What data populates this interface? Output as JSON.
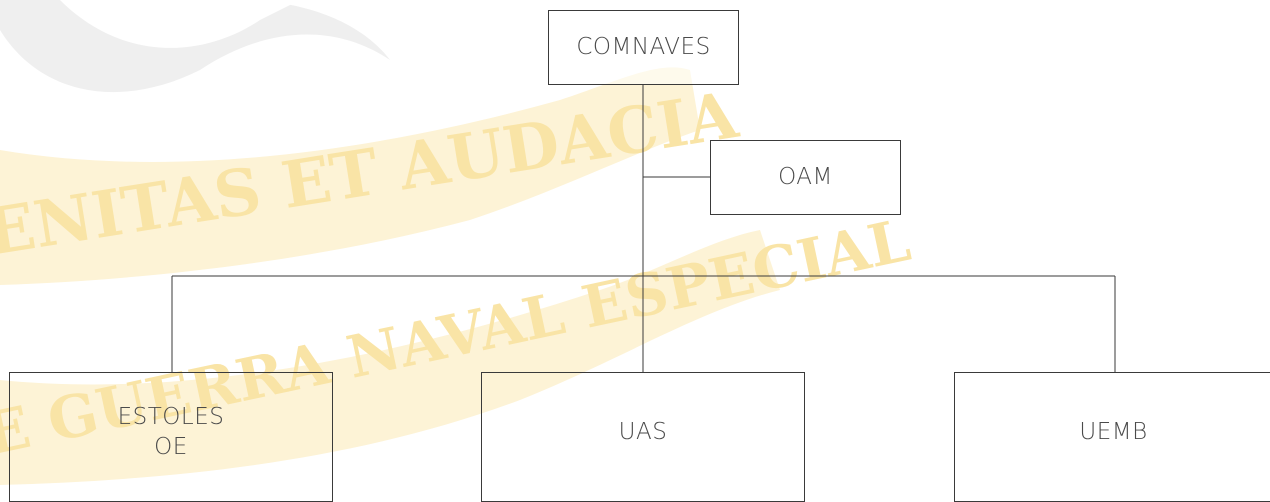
{
  "nodes": {
    "comnaves": "COMNAVES",
    "oam": "OAM",
    "estoles": "ESTOLES\nOE",
    "uas": "UAS",
    "uemb": "UEMB"
  },
  "watermark": {
    "motto_top": "ENITAS ET AUDACIA",
    "motto_bottom": "E GUERRA NAVAL ESPECIAL",
    "ribbon_color": "#fdf3d6",
    "text_color": "#f9e4a6",
    "seal_color": "#eeeeee"
  },
  "colors": {
    "box_border": "#3a3a3a",
    "line": "#3a3a3a",
    "text": "#4a4a4a"
  }
}
